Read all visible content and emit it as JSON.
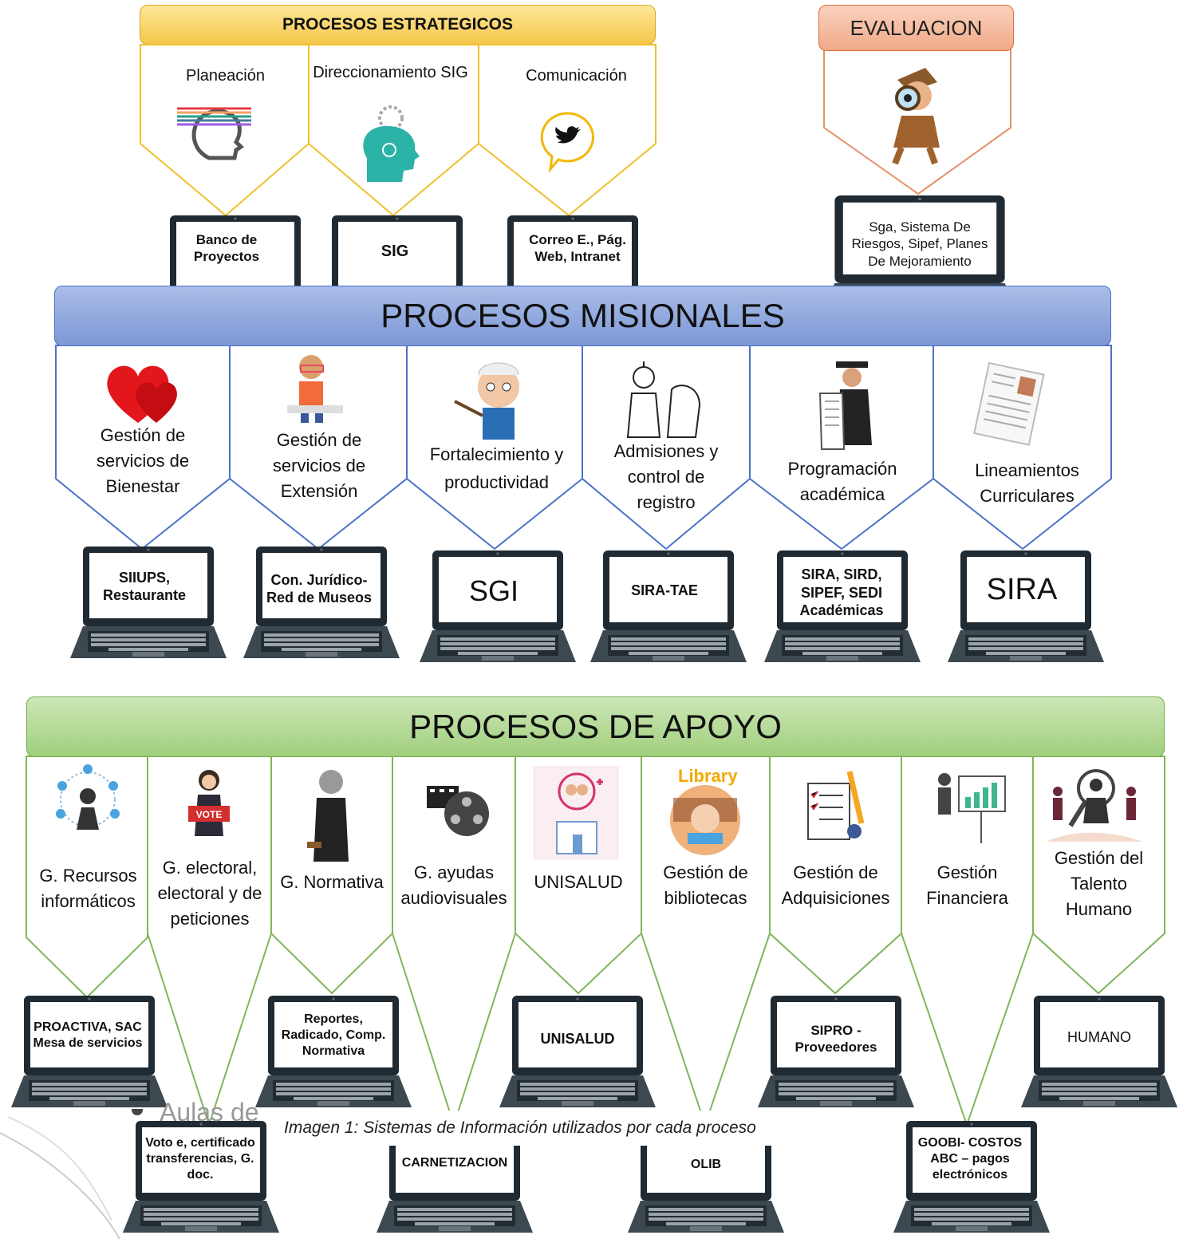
{
  "estrategicos": {
    "title": "PROCESOS ESTRATEGICOS",
    "items": [
      {
        "label": "Planeación",
        "system": "Banco de Proyectos"
      },
      {
        "label": "Direccionamiento SIG",
        "system": "SIG"
      },
      {
        "label": "Comunicación",
        "system": "Correo E., Pág. Web, Intranet"
      }
    ]
  },
  "evaluacion": {
    "title": "EVALUACION",
    "system": "Sga, Sistema De Riesgos, Sipef, Planes De Mejoramiento"
  },
  "misionales": {
    "title": "PROCESOS MISIONALES",
    "items": [
      {
        "label": "Gestión de servicios de Bienestar",
        "system": "SIIUPS, Restaurante"
      },
      {
        "label": "Gestión de servicios de Extensión",
        "system": "Con. Jurídico-Red de Museos"
      },
      {
        "label": "Fortalecimiento y productividad",
        "system": "SGI"
      },
      {
        "label": "Admisiones y control de registro",
        "system": "SIRA-TAE"
      },
      {
        "label": "Programación académica",
        "system": "SIRA, SIRD, SIPEF, SEDI Académicas"
      },
      {
        "label": "Lineamientos Curriculares",
        "system": "SIRA"
      }
    ]
  },
  "apoyo": {
    "title": "PROCESOS DE APOYO",
    "items": [
      {
        "label": "G. Recursos informáticos",
        "system": "PROACTIVA, SAC Mesa de servicios"
      },
      {
        "label": "G. electoral, electoral y de peticiones",
        "system": "Voto e, certificado transferencias, G. doc."
      },
      {
        "label": "G. Normativa",
        "system": "Reportes, Radicado, Comp. Normativa"
      },
      {
        "label": "G. ayudas audiovisuales",
        "system": "CARNETIZACION"
      },
      {
        "label": "UNISALUD",
        "system": "UNISALUD"
      },
      {
        "label": "Gestión de bibliotecas",
        "system": "OLIB"
      },
      {
        "label": "Gestión de Adquisiciones",
        "system": "SIPRO - Proveedores"
      },
      {
        "label": "Gestión Financiera",
        "system": "GOOBI- COSTOS ABC – pagos electrónicos"
      },
      {
        "label": "Gestión del Talento Humano",
        "system": "HUMANO"
      }
    ]
  },
  "caption": "Imagen 1: Sistemas de Información utilizados por cada proceso",
  "overlap_text": "Aulas de",
  "icons": [
    "lightbulb-head-icon",
    "gear-head-icon",
    "twitter-bubble-icon",
    "detective-magnifier-icon",
    "hearts-icon",
    "student-reading-icon",
    "professor-pointer-icon",
    "scientists-icon",
    "graduate-scroll-icon",
    "document-icon",
    "network-people-icon",
    "vote-woman-icon",
    "judge-icon",
    "film-reel-icon",
    "health-clinic-icon",
    "library-icon",
    "checklist-pencil-icon",
    "presentation-chart-icon",
    "talent-search-icon"
  ],
  "colors": {
    "estrategicos": "#f5c02a",
    "evaluacion": "#e8916b",
    "misionales": "#7f9bd4",
    "apoyo": "#9cc97a"
  }
}
